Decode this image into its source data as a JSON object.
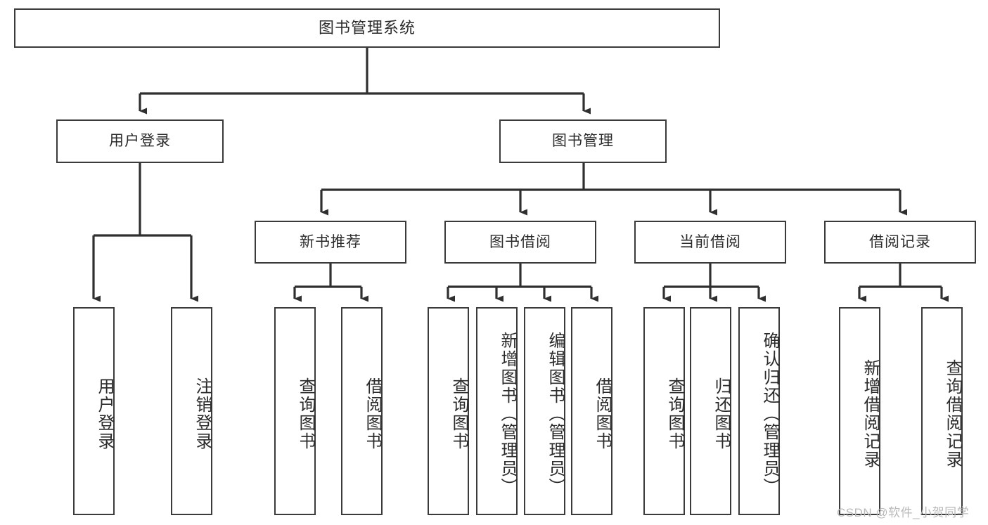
{
  "diagram": {
    "type": "tree-hierarchy-chart",
    "title": "图书管理系统",
    "watermark": "CSDN @软件_小贺同学",
    "colors": {
      "box_border": "#3b3b3b",
      "box_fill": "#ffffff",
      "connector": "#2f2f2f",
      "text": "#2b2b2b",
      "watermark": "#b9b9b9",
      "background": "#ffffff"
    },
    "levels": {
      "root": {
        "label": "图书管理系统"
      },
      "level2": [
        {
          "id": "user-login",
          "label": "用户登录"
        },
        {
          "id": "book-management",
          "label": "图书管理"
        }
      ],
      "level3": [
        {
          "id": "new-book-recommend",
          "label": "新书推荐",
          "parent": "book-management"
        },
        {
          "id": "book-borrow",
          "label": "图书借阅",
          "parent": "book-management"
        },
        {
          "id": "current-borrow",
          "label": "当前借阅",
          "parent": "book-management"
        },
        {
          "id": "borrow-record",
          "label": "借阅记录",
          "parent": "book-management"
        }
      ],
      "leaves": [
        {
          "id": "leaf-user-login",
          "label": "用户登录",
          "parent": "user-login"
        },
        {
          "id": "leaf-logout-login",
          "label": "注销登录",
          "parent": "user-login"
        },
        {
          "id": "leaf-query-book-1",
          "label": "查询图书",
          "parent": "new-book-recommend"
        },
        {
          "id": "leaf-borrow-book-1",
          "label": "借阅图书",
          "parent": "new-book-recommend"
        },
        {
          "id": "leaf-query-book-2",
          "label": "查询图书",
          "parent": "book-borrow"
        },
        {
          "id": "leaf-add-book",
          "label": "新增图书（管理员）",
          "parent": "book-borrow"
        },
        {
          "id": "leaf-edit-book",
          "label": "编辑图书（管理员）",
          "parent": "book-borrow"
        },
        {
          "id": "leaf-borrow-book-2",
          "label": "借阅图书",
          "parent": "book-borrow"
        },
        {
          "id": "leaf-query-book-3",
          "label": "查询图书",
          "parent": "current-borrow"
        },
        {
          "id": "leaf-return-book",
          "label": "归还图书",
          "parent": "current-borrow"
        },
        {
          "id": "leaf-confirm-return",
          "label": "确认归还（管理员）",
          "parent": "current-borrow"
        },
        {
          "id": "leaf-add-borrow-record",
          "label": "新增借阅记录",
          "parent": "borrow-record"
        },
        {
          "id": "leaf-query-borrow-record",
          "label": "查询借阅记录",
          "parent": "borrow-record"
        }
      ]
    }
  }
}
